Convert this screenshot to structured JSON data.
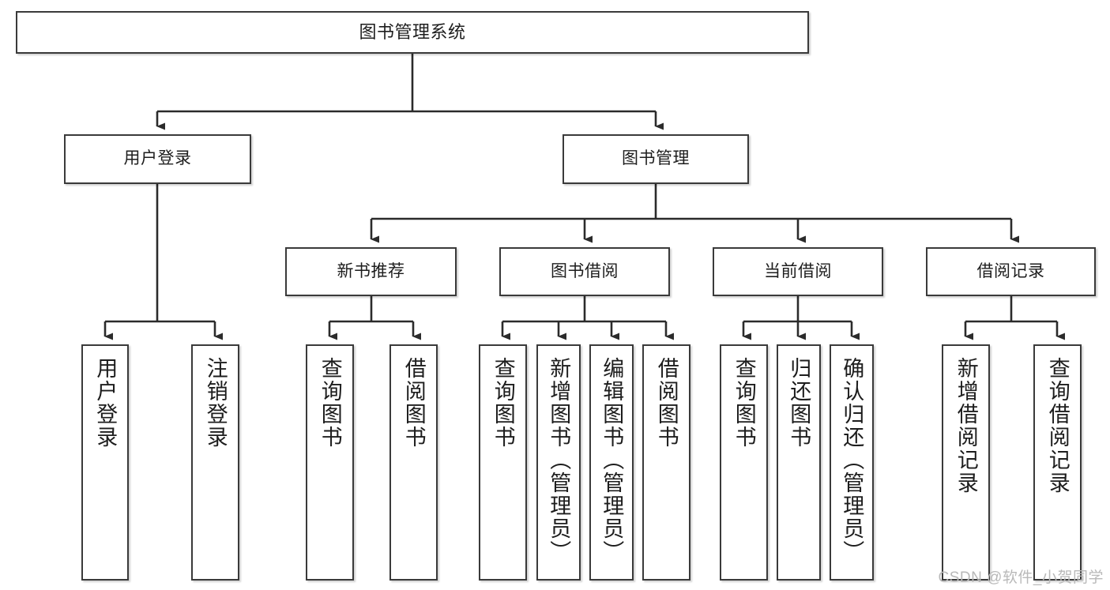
{
  "diagram": {
    "title": "图书管理系统",
    "type": "tree-hierarchy-diagram",
    "watermark": "CSDN @软件_小贺同学",
    "colors": {
      "box_border": "#3a3a3a",
      "box_fill": "#ffffff",
      "edge": "#2b2b2b",
      "text": "#1d1d1d",
      "watermark": "#b9b9b9"
    },
    "nodes": {
      "root": {
        "label": "图书管理系统"
      },
      "level2": [
        {
          "label": "用户登录"
        },
        {
          "label": "图书管理"
        }
      ],
      "level3": [
        {
          "label": "新书推荐"
        },
        {
          "label": "图书借阅"
        },
        {
          "label": "当前借阅"
        },
        {
          "label": "借阅记录"
        }
      ],
      "leaves": {
        "user_login": [
          {
            "label": "用户登录"
          },
          {
            "label": "注销登录"
          }
        ],
        "new_book_recommend": [
          {
            "label": "查询图书"
          },
          {
            "label": "借阅图书"
          }
        ],
        "book_borrow": [
          {
            "label": "查询图书"
          },
          {
            "label": "新增图书（管理员）"
          },
          {
            "label": "编辑图书（管理员）"
          },
          {
            "label": "借阅图书"
          }
        ],
        "current_borrow": [
          {
            "label": "查询图书"
          },
          {
            "label": "归还图书"
          },
          {
            "label": "确认归还（管理员）"
          }
        ],
        "borrow_record": [
          {
            "label": "新增借阅记录"
          },
          {
            "label": "查询借阅记录"
          }
        ]
      }
    }
  }
}
